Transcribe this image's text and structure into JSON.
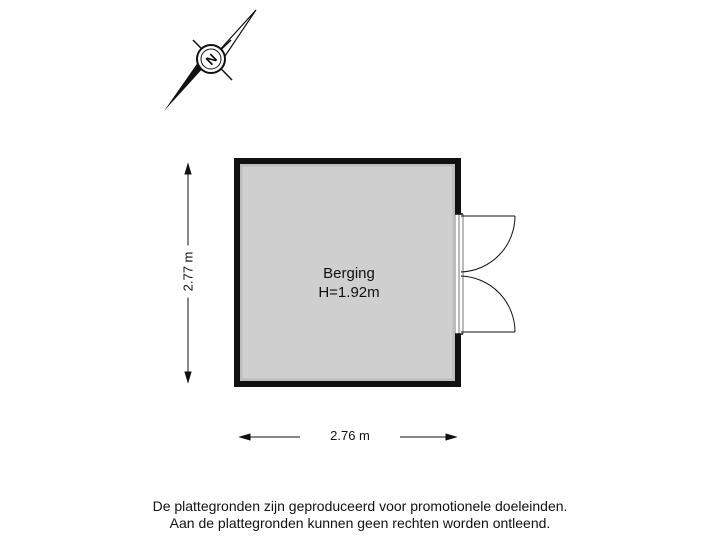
{
  "compass": {
    "label": "N",
    "icon": "north-arrow-icon"
  },
  "room": {
    "name": "Berging",
    "height": "H=1.92m"
  },
  "dimensions": {
    "width": "2.76 m",
    "depth": "2.77 m"
  },
  "disclaimer": {
    "line1": "De plattegronden zijn geproduceerd voor promotionele doeleinden.",
    "line2": "Aan de plattegronden kunnen geen rechten worden ontleend."
  },
  "colors": {
    "wall": "#111111",
    "floor": "#cfcfcf",
    "floor_edge": "#bdbdbd"
  }
}
